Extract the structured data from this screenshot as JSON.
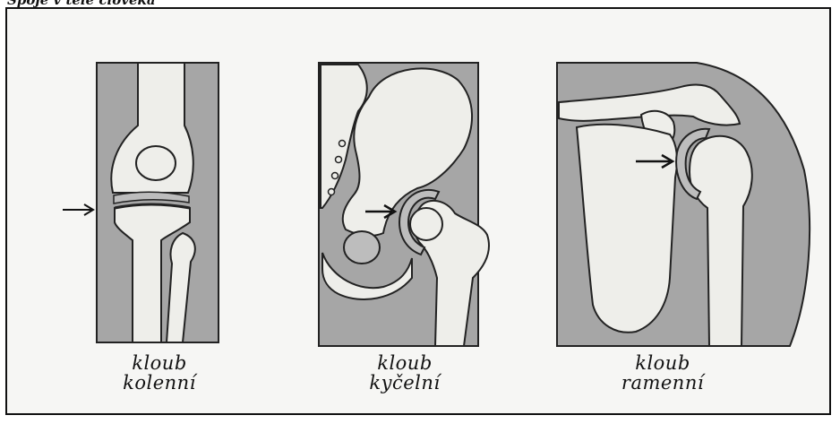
{
  "header": {
    "text": "Spoje v těle člověka"
  },
  "panels": [
    {
      "caption_line1": "kloub",
      "caption_line2": "kolenní",
      "image": "knee-joint-illustration"
    },
    {
      "caption_line1": "kloub",
      "caption_line2": "kyčelní",
      "image": "hip-joint-illustration"
    },
    {
      "caption_line1": "kloub",
      "caption_line2": "ramenní",
      "image": "shoulder-joint-illustration"
    }
  ],
  "colors": {
    "tissue": "#a6a6a6",
    "bone": "#eeeeea",
    "line": "#222222",
    "background": "#f6f6f4"
  }
}
